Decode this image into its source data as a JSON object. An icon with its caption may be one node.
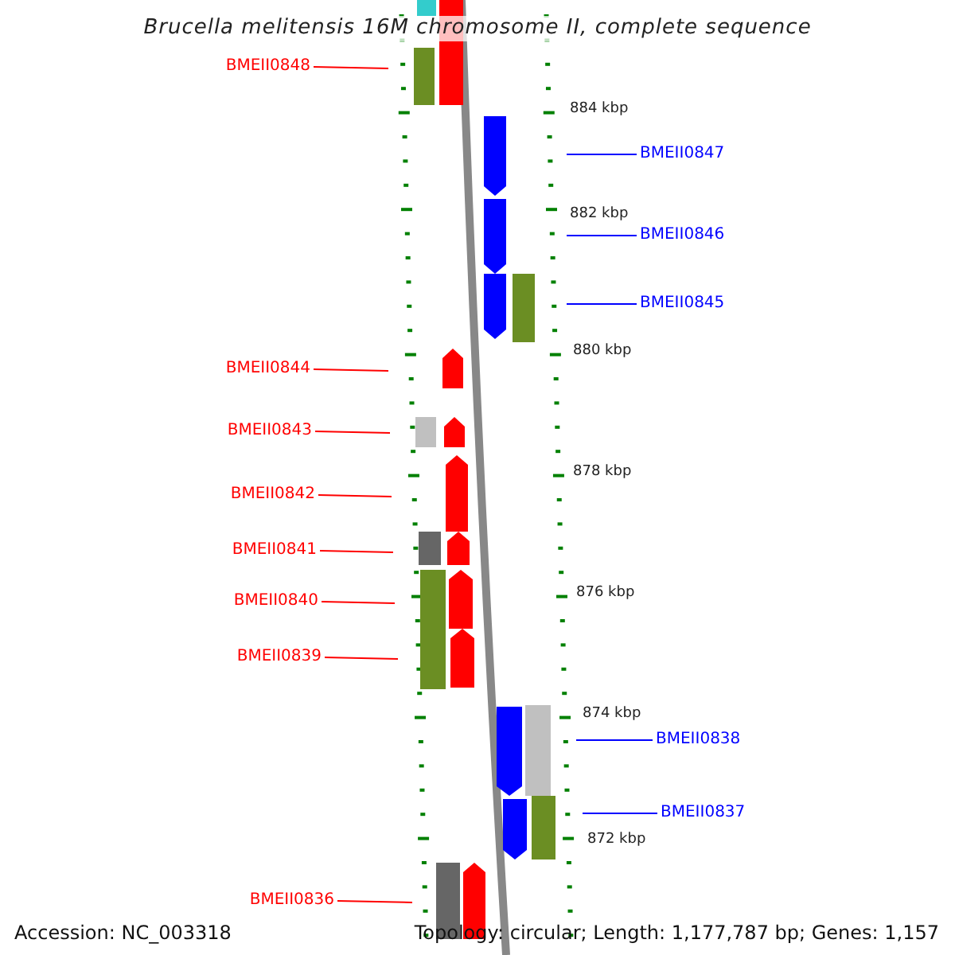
{
  "diagram": {
    "title": "Brucella melitensis 16M chromosome II, complete sequence",
    "nodes": [
      {
        "text": [
          "BMEII0848"
        ]
      },
      {
        "text": [
          "BMEII0847"
        ]
      },
      {
        "text": [
          "BMEII0846"
        ]
      },
      {
        "text": [
          "BMEII0845"
        ]
      },
      {
        "text": [
          "BMEII0844"
        ]
      },
      {
        "text": [
          "BMEII0843"
        ]
      },
      {
        "text": [
          "BMEII0842"
        ]
      },
      {
        "text": [
          "BMEII0841"
        ]
      },
      {
        "text": [
          "BMEII0840"
        ]
      },
      {
        "text": [
          "BMEII0839"
        ]
      },
      {
        "text": [
          "BMEII0838"
        ]
      },
      {
        "text": [
          "BMEII0837"
        ]
      },
      {
        "text": [
          "BMEII0836"
        ]
      }
    ],
    "edges": [
      {
        "from": 0,
        "to": null,
        "arrow": "none"
      },
      {
        "from": 1,
        "to": null,
        "arrow": "none",
        "color": "#0000ff"
      },
      {
        "from": 2,
        "to": null,
        "arrow": "none",
        "color": "#0000ff"
      },
      {
        "from": 3,
        "to": null,
        "arrow": "none",
        "color": "#0000ff"
      },
      {
        "from": 4,
        "to": null,
        "arrow": "none"
      },
      {
        "from": 5,
        "to": null,
        "arrow": "none"
      },
      {
        "from": 6,
        "to": null,
        "arrow": "none"
      },
      {
        "from": 7,
        "to": null,
        "arrow": "none"
      },
      {
        "from": 8,
        "to": null,
        "arrow": "none"
      },
      {
        "from": 9,
        "to": null,
        "arrow": "none"
      },
      {
        "from": 10,
        "to": null,
        "arrow": "none",
        "color": "#0000ff"
      },
      {
        "from": 11,
        "to": null,
        "arrow": "none",
        "color": "#0000ff"
      },
      {
        "from": 12,
        "to": null,
        "arrow": "none"
      }
    ],
    "labels": [
      "884 kbp",
      "882 kbp",
      "880 kbp",
      "878 kbp",
      "876 kbp",
      "874 kbp",
      "872 kbp",
      "Accession: NC_003318",
      "Topology: circular; Length: 1,177,787 bp; Genes: 1,157"
    ]
  }
}
